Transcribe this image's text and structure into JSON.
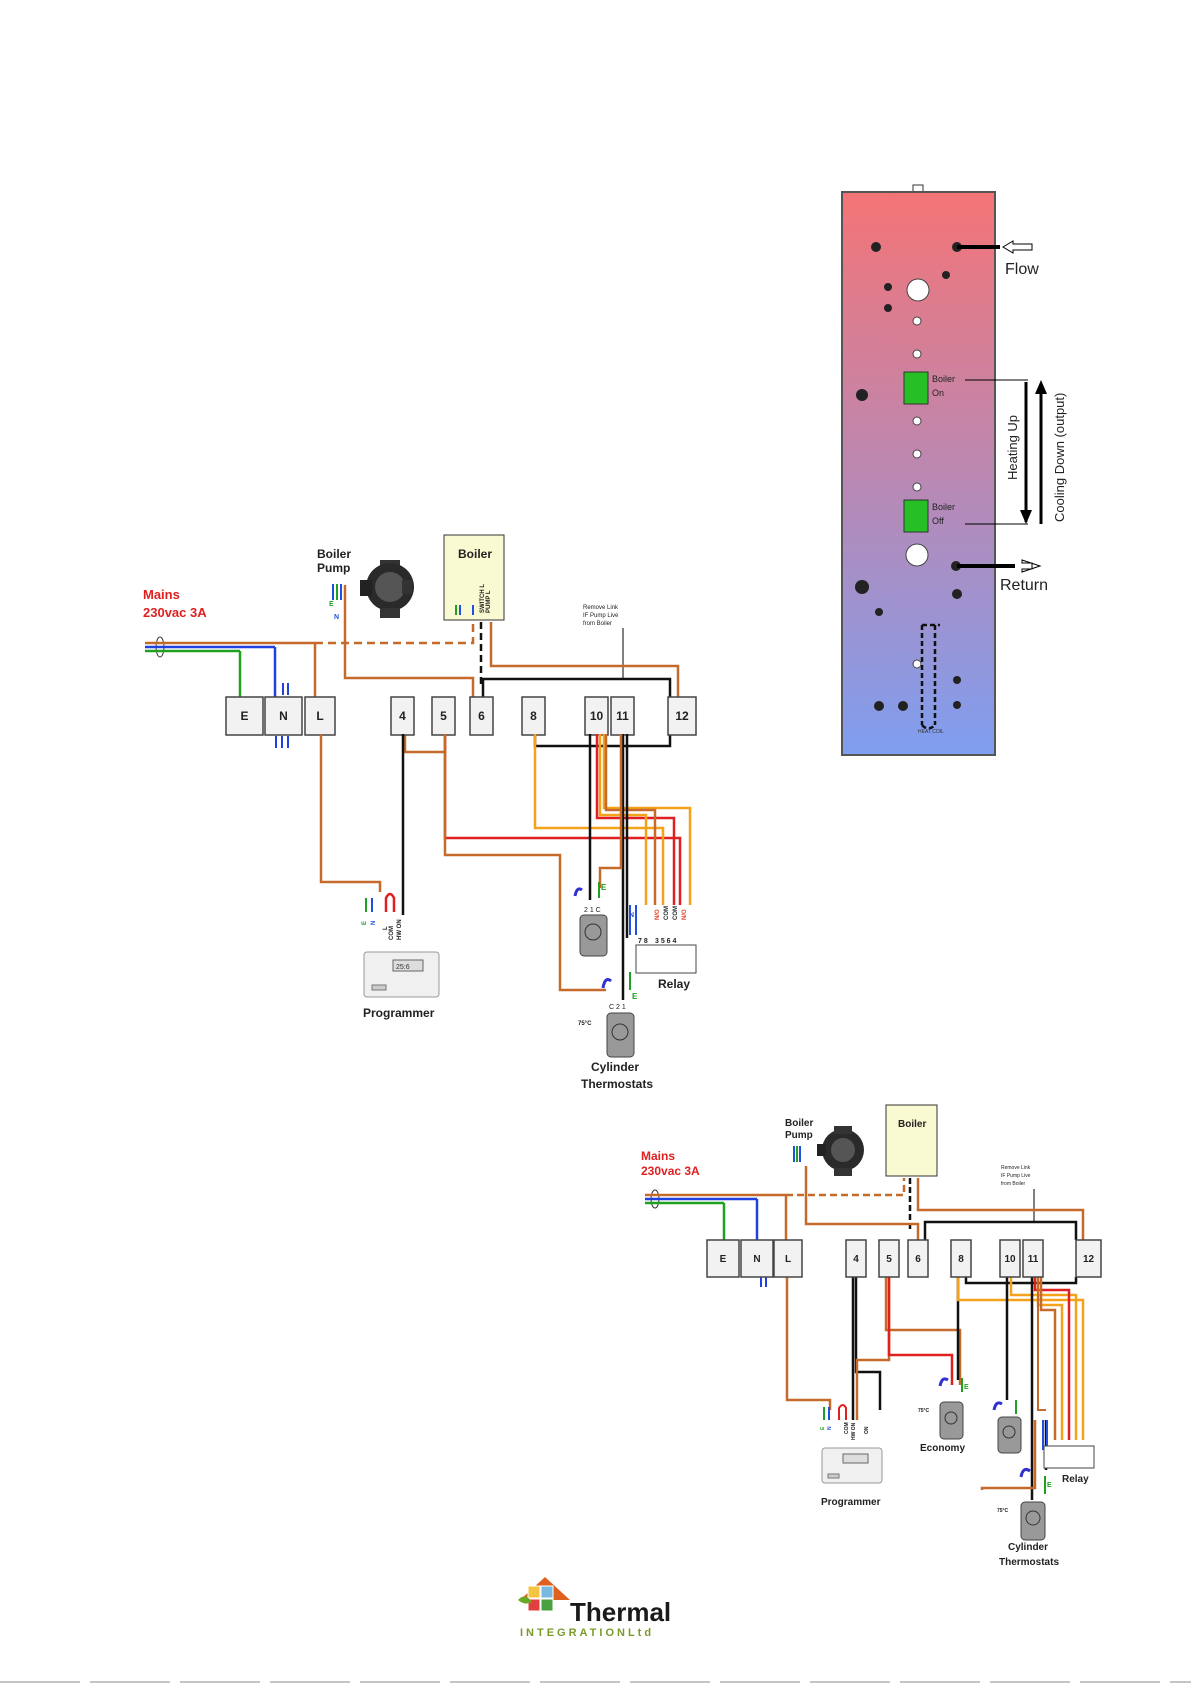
{
  "cylinder": {
    "labels": {
      "flow": "Flow",
      "return": "Return",
      "boiler_on": "Boiler On",
      "boiler_off": "Boiler Off",
      "heating_up": "Heating Up",
      "cooling_down": "Cooling Down (output)",
      "coil": "HEAT COIL"
    },
    "colors": {
      "top": "#f47476",
      "bottom": "#7f9ef0",
      "stat": "#26c026"
    }
  },
  "wiring_top": {
    "mains": {
      "line1": "Mains",
      "line2": "230vac 3A"
    },
    "pump": {
      "line1": "Boiler",
      "line2": "Pump",
      "wires": "E N"
    },
    "boiler": {
      "title": "Boiler",
      "terminal_labels": "SWITCH L  PUMP L",
      "wires": "E N L"
    },
    "remove_link": {
      "line1": "Remove Link",
      "line2": "IF Pump Live",
      "line3": "from Boiler"
    },
    "terminals": [
      "E",
      "N",
      "L",
      "4",
      "5",
      "6",
      "8",
      "10",
      "11",
      "12"
    ],
    "programmer": {
      "label": "Programmer",
      "pins": "E N L COM HW ON",
      "display": "25:6"
    },
    "relay": {
      "label": "Relay",
      "pins": "3 5 6 4",
      "coil_pins": "7 8",
      "contacts": "N/O COM COM N/O",
      "neutral": "N"
    },
    "stat_pins": "2 1 C",
    "stat_earth": "E",
    "stat_temp": "75°C",
    "cyl_label_1": "Cylinder",
    "cyl_label_2": "Thermostats"
  },
  "wiring_bottom": {
    "mains": {
      "line1": "Mains",
      "line2": "230vac 3A"
    },
    "pump": {
      "line1": "Boiler",
      "line2": "Pump"
    },
    "boiler": {
      "title": "Boiler"
    },
    "remove_link": {
      "line1": "Remove Link",
      "line2": "IF Pump Live",
      "line3": "from Boiler"
    },
    "terminals": [
      "E",
      "N",
      "L",
      "4",
      "5",
      "6",
      "8",
      "10",
      "11",
      "12"
    ],
    "programmer": {
      "label": "Programmer",
      "pins": "E N L COM HW ON",
      "extra_pin": "ON"
    },
    "economy": {
      "label": "Economy",
      "temp": "75°C"
    },
    "relay": {
      "label": "Relay"
    },
    "cyl_label_1": "Cylinder",
    "cyl_label_2": "Thermostats",
    "stat_temp": "75°C"
  },
  "logo": {
    "word": "Thermal",
    "sub": "INTEGRATIONLtd",
    "color_word": "#1a1a1a",
    "color_sub": "#7a9a2a"
  }
}
